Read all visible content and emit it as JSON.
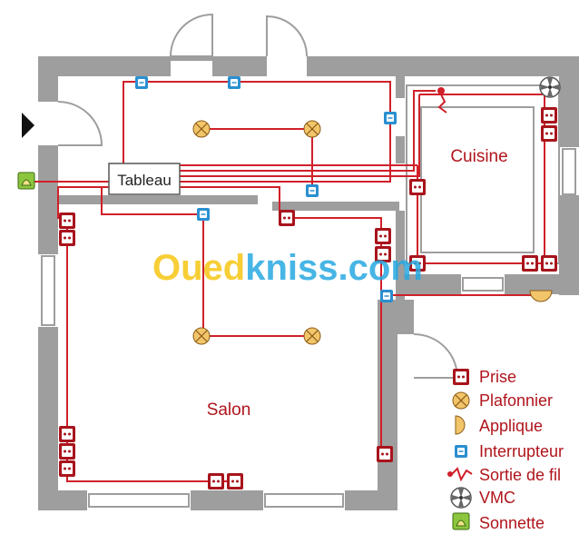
{
  "rooms": {
    "kitchen": "Cuisine",
    "living": "Salon"
  },
  "panel": "Tableau",
  "watermark": {
    "part1": "Oued",
    "part2": "kniss",
    "part3": ".com"
  },
  "legend": [
    {
      "icon": "outlet",
      "label": "Prise"
    },
    {
      "icon": "ceiling-light",
      "label": "Plafonnier"
    },
    {
      "icon": "wall-light",
      "label": "Applique"
    },
    {
      "icon": "switch",
      "label": "Interrupteur"
    },
    {
      "icon": "wire-outlet",
      "label": "Sortie de fil"
    },
    {
      "icon": "vmc",
      "label": "VMC"
    },
    {
      "icon": "doorbell",
      "label": "Sonnette"
    }
  ],
  "colors": {
    "wall": "#9e9e9e",
    "wire": "#d0202a",
    "outlet": "#a8141c",
    "switch": "#2a8fd0",
    "lamp": "#f2c56a",
    "bell": "#8cc63f",
    "watermark_blue": "#27a9e1",
    "watermark_yellow": "#f6c614"
  }
}
